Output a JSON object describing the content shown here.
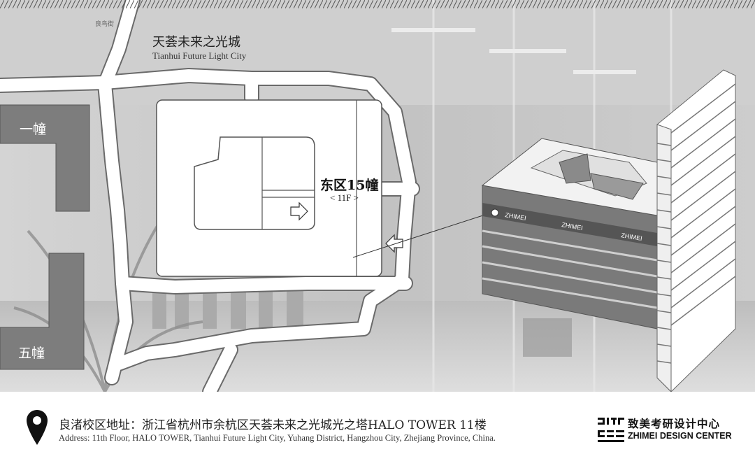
{
  "map": {
    "city_name_cn": "天荟未来之光城",
    "city_name_en": "Tianhui Future Light City",
    "street_label": "良鸟街",
    "building_1": "一幢",
    "building_5": "五幢",
    "target_building": "东区15幢",
    "target_floor": "< 11F >",
    "facade_brand": [
      "ZHIMEI",
      "ZHIMEI",
      "ZHIMEI"
    ]
  },
  "footer": {
    "address_cn": "良渚校区地址：浙江省杭州市余杭区天荟未来之光城光之塔HALO TOWER 11楼",
    "address_en": "Address: 11th Floor, HALO TOWER, Tianhui Future Light City, Yuhang District, Hangzhou City, Zhejiang Province, China.",
    "center_name_cn": "致美考研设计中心",
    "center_name_en": "ZHIMEI DESIGN CENTER"
  },
  "icons": {
    "pin": "location-pin-icon",
    "logo": "zhimei-logo-icon",
    "arrow": "arrow-icon"
  },
  "colors": {
    "building_gray": "#7d7d7d",
    "road_white": "#ffffff",
    "background_photo": "#c9c9c9"
  }
}
